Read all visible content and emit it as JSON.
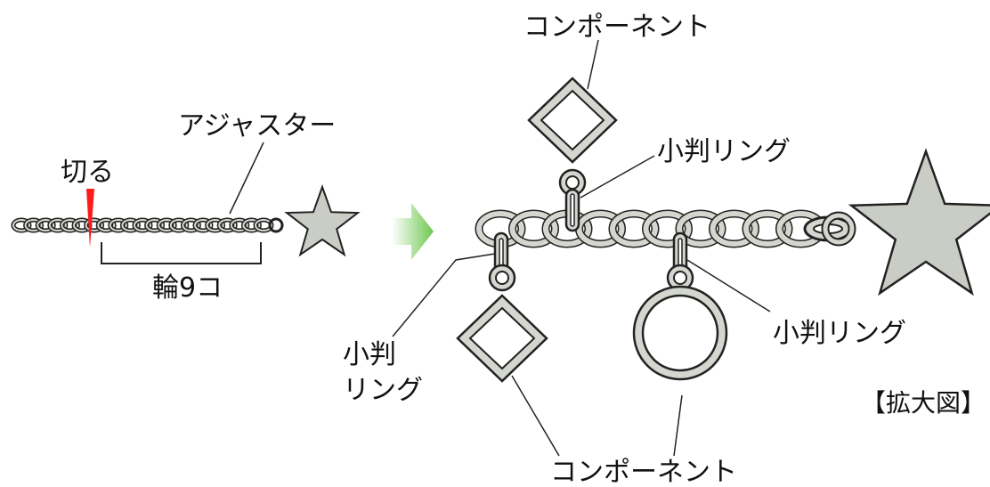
{
  "labels": {
    "cut": "切る",
    "adjuster": "アジャスター",
    "rings9": "輪9コ",
    "component_top": "コンポーネント",
    "koban_top": "小判リング",
    "koban_left_1": "小判",
    "koban_left_2": "リング",
    "koban_right": "小判リング",
    "component_bottom": "コンポーネント",
    "enlarged": "【拡大図】"
  },
  "colors": {
    "chain_fill": "#d3d7cf",
    "chain_stroke": "#222222",
    "star_fill": "#c9cdc6",
    "cut_mark": "#ff1a1a",
    "arrow_start": "#ffffff",
    "arrow_end": "#6ec850"
  },
  "icons": {
    "cut": "cut-mark-icon",
    "arrow": "arrow-right-icon",
    "star": "star-icon"
  }
}
